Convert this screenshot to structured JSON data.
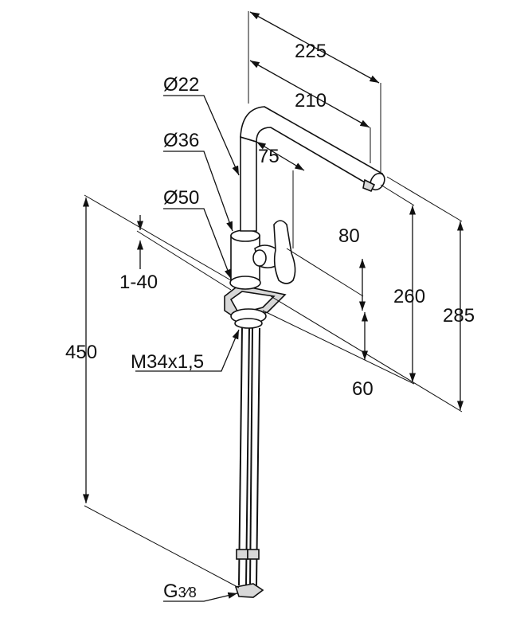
{
  "dimensions": {
    "d225": "225",
    "d210": "210",
    "d22": "Ø22",
    "d36": "Ø36",
    "d75": "75",
    "d50": "Ø50",
    "d80": "80",
    "d1_40": "1-40",
    "d260": "260",
    "d285": "285",
    "d450": "450",
    "thread": "M34x1,5",
    "d60": "60",
    "g38_prefix": "G",
    "g38_frac": "3⁄8"
  }
}
